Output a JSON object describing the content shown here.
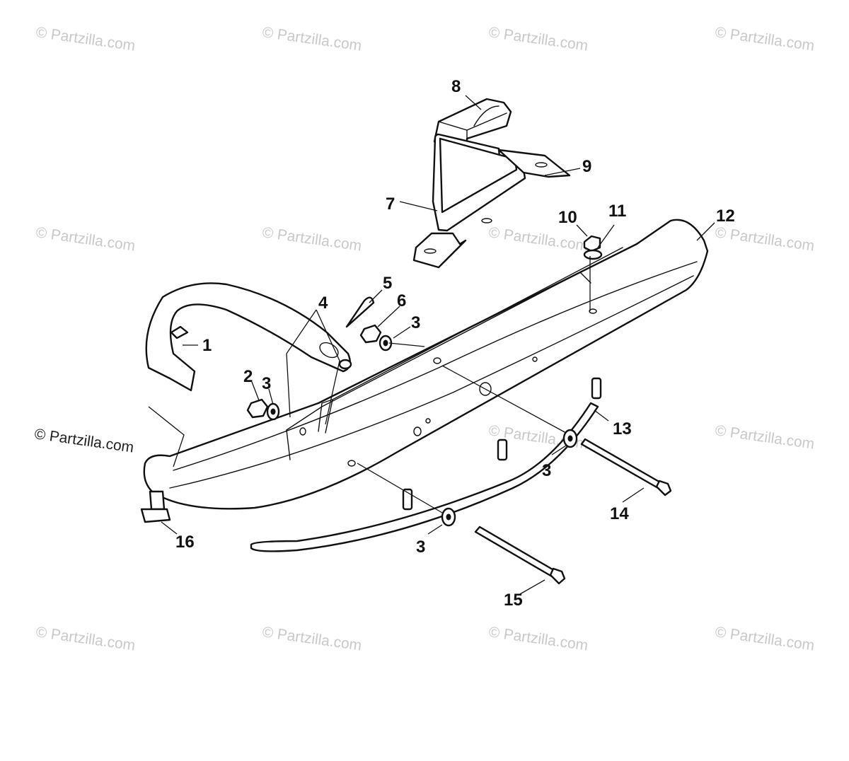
{
  "watermark": {
    "text": "© Partzilla.com",
    "color": "#c9c9c9",
    "prominent_color": "#222222"
  },
  "callouts": [
    {
      "id": "1",
      "label": "1"
    },
    {
      "id": "2",
      "label": "2"
    },
    {
      "id": "3a",
      "label": "3"
    },
    {
      "id": "3b",
      "label": "3"
    },
    {
      "id": "3c",
      "label": "3"
    },
    {
      "id": "3d",
      "label": "3"
    },
    {
      "id": "4",
      "label": "4"
    },
    {
      "id": "5",
      "label": "5"
    },
    {
      "id": "6",
      "label": "6"
    },
    {
      "id": "7",
      "label": "7"
    },
    {
      "id": "8",
      "label": "8"
    },
    {
      "id": "9",
      "label": "9"
    },
    {
      "id": "10",
      "label": "10"
    },
    {
      "id": "11",
      "label": "11"
    },
    {
      "id": "12",
      "label": "12"
    },
    {
      "id": "13",
      "label": "13"
    },
    {
      "id": "14",
      "label": "14"
    },
    {
      "id": "15",
      "label": "15"
    },
    {
      "id": "16",
      "label": "16"
    }
  ]
}
